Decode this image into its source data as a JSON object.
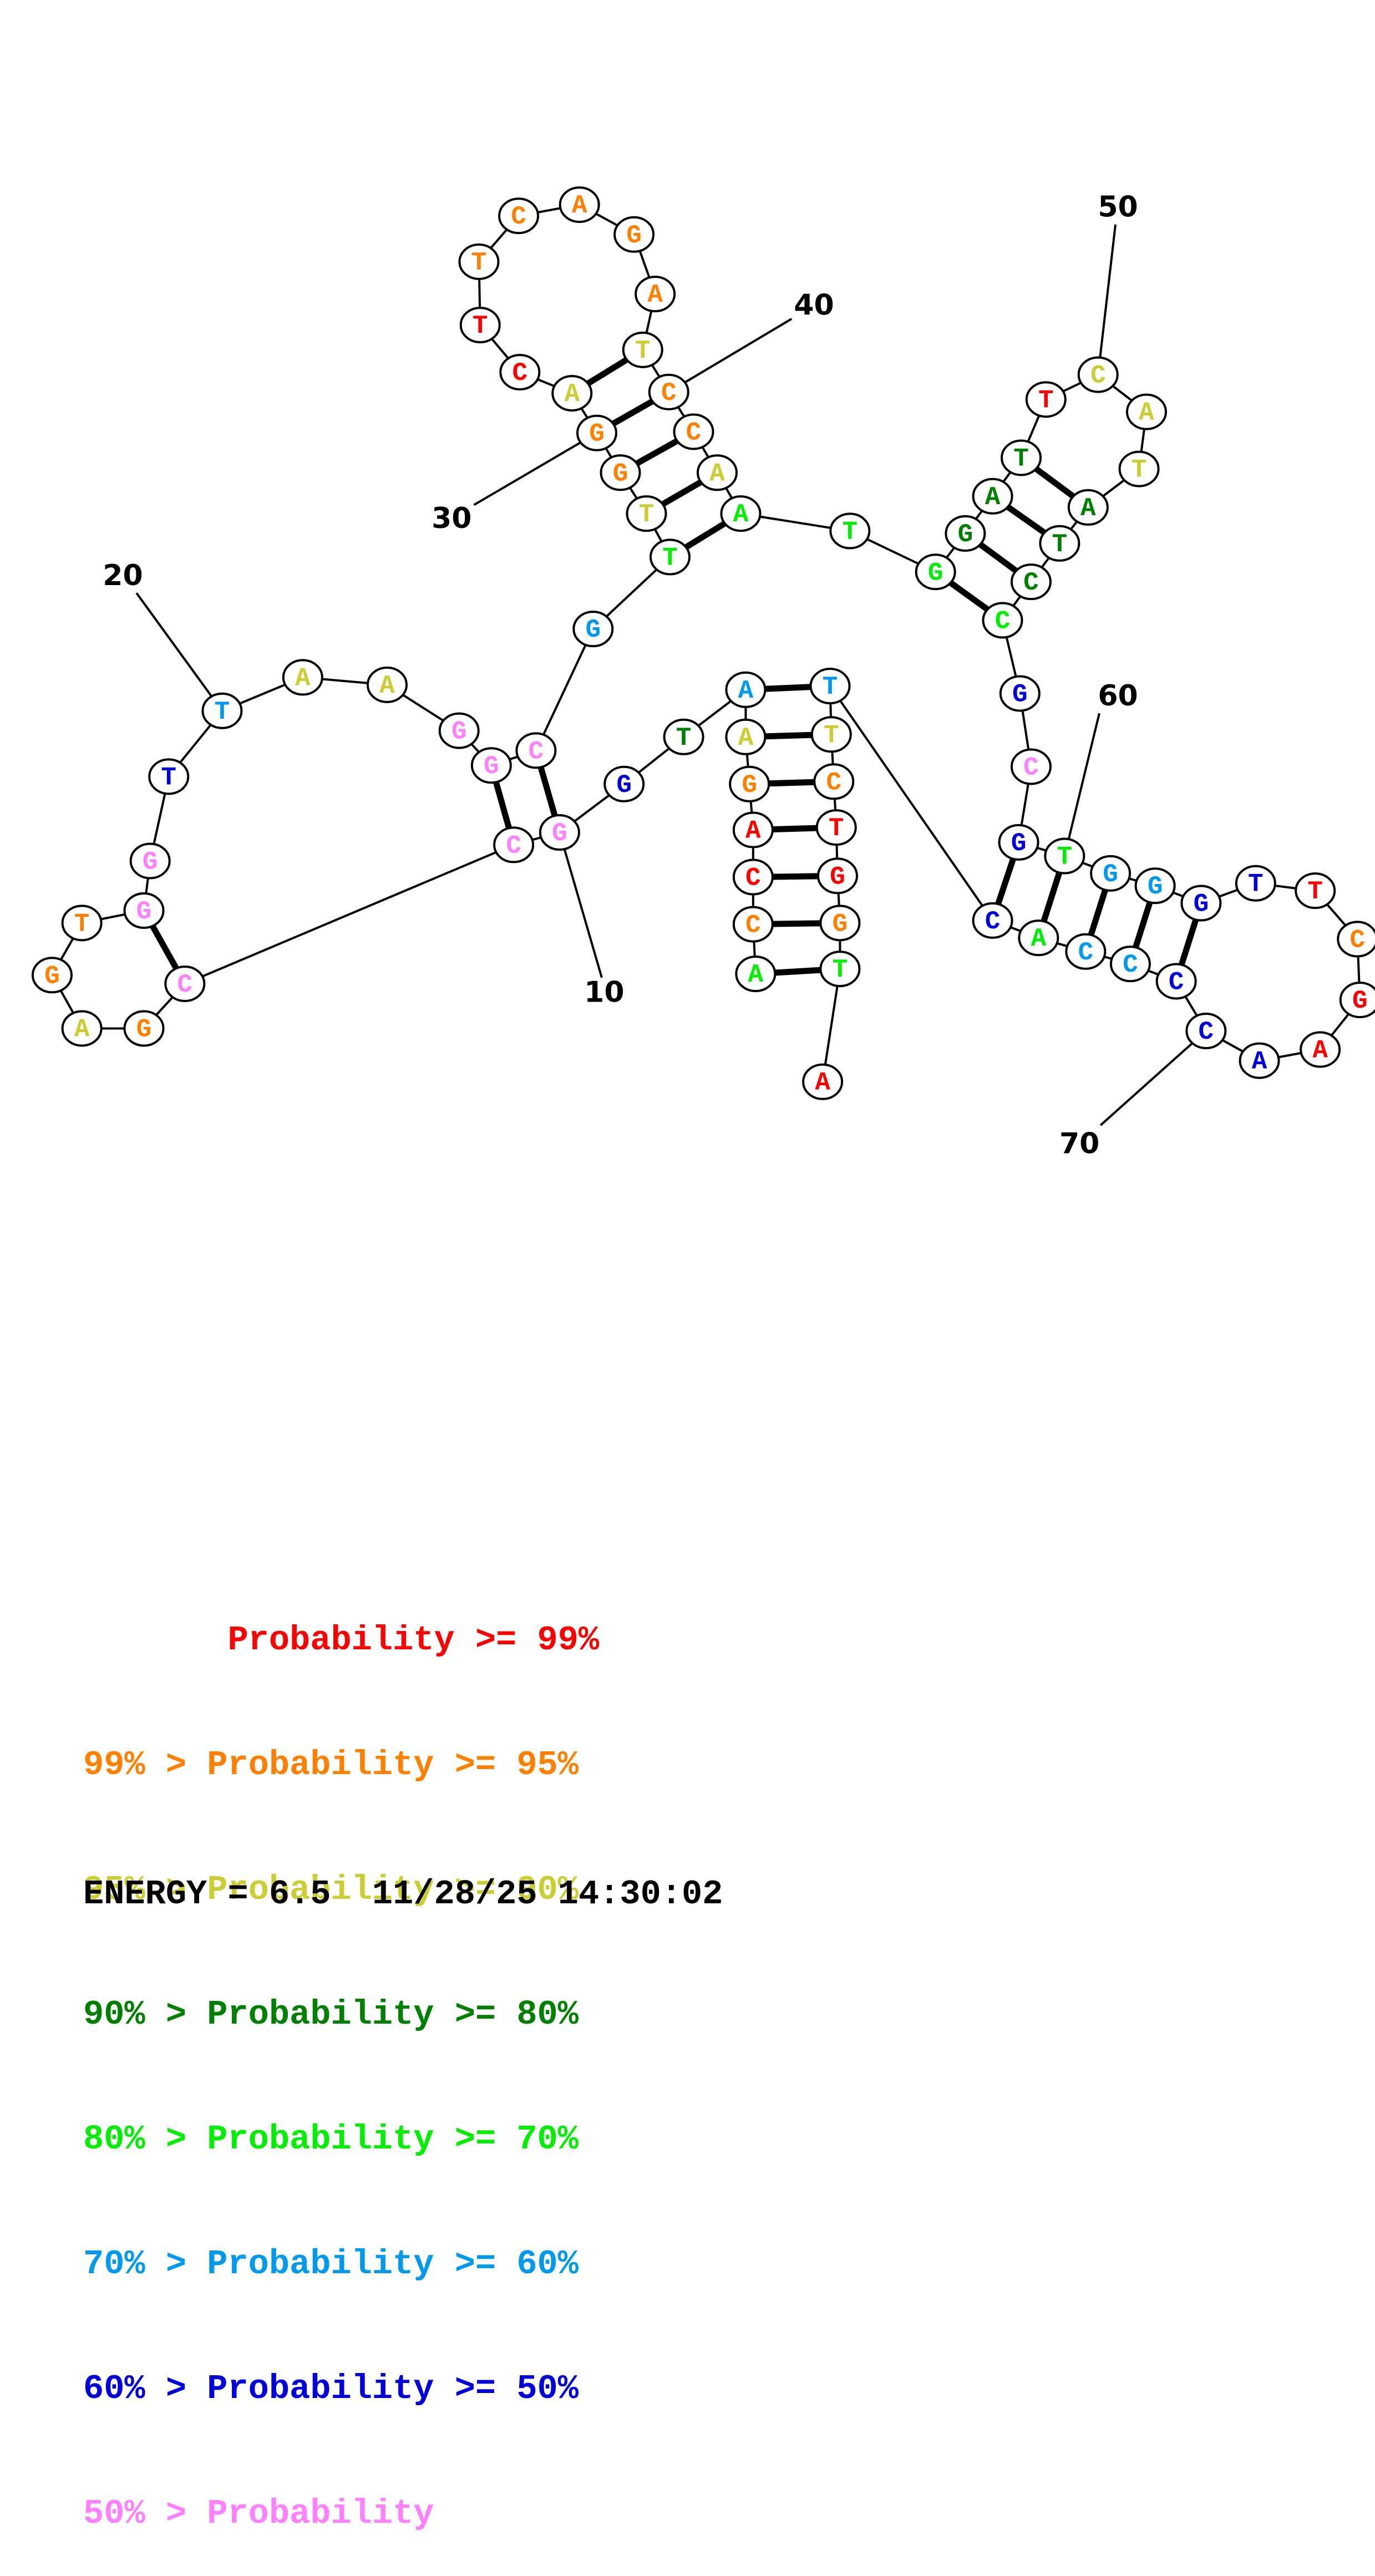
{
  "sequence": [
    {
      "i": 1,
      "b": "A",
      "c": "green"
    },
    {
      "i": 2,
      "b": "C",
      "c": "orange"
    },
    {
      "i": 3,
      "b": "C",
      "c": "red"
    },
    {
      "i": 4,
      "b": "A",
      "c": "red"
    },
    {
      "i": 5,
      "b": "G",
      "c": "orange"
    },
    {
      "i": 6,
      "b": "A",
      "c": "yellow"
    },
    {
      "i": 7,
      "b": "A",
      "c": "cyan"
    },
    {
      "i": 8,
      "b": "T",
      "c": "darkgreen"
    },
    {
      "i": 9,
      "b": "G",
      "c": "blue"
    },
    {
      "i": 10,
      "b": "G",
      "c": "pink"
    },
    {
      "i": 11,
      "b": "C",
      "c": "pink"
    },
    {
      "i": 12,
      "b": "C",
      "c": "pink"
    },
    {
      "i": 13,
      "b": "G",
      "c": "orange"
    },
    {
      "i": 14,
      "b": "A",
      "c": "yellow"
    },
    {
      "i": 15,
      "b": "G",
      "c": "orange"
    },
    {
      "i": 16,
      "b": "T",
      "c": "orange"
    },
    {
      "i": 17,
      "b": "G",
      "c": "pink"
    },
    {
      "i": 18,
      "b": "G",
      "c": "pink"
    },
    {
      "i": 19,
      "b": "T",
      "c": "blue"
    },
    {
      "i": 20,
      "b": "T",
      "c": "cyan"
    },
    {
      "i": 21,
      "b": "A",
      "c": "yellow"
    },
    {
      "i": 22,
      "b": "A",
      "c": "yellow"
    },
    {
      "i": 23,
      "b": "G",
      "c": "pink"
    },
    {
      "i": 24,
      "b": "G",
      "c": "pink"
    },
    {
      "i": 25,
      "b": "C",
      "c": "pink"
    },
    {
      "i": 26,
      "b": "G",
      "c": "cyan"
    },
    {
      "i": 27,
      "b": "T",
      "c": "green"
    },
    {
      "i": 28,
      "b": "T",
      "c": "yellow"
    },
    {
      "i": 29,
      "b": "G",
      "c": "orange"
    },
    {
      "i": 30,
      "b": "G",
      "c": "orange"
    },
    {
      "i": 31,
      "b": "A",
      "c": "yellow"
    },
    {
      "i": 32,
      "b": "C",
      "c": "red"
    },
    {
      "i": 33,
      "b": "T",
      "c": "red"
    },
    {
      "i": 34,
      "b": "T",
      "c": "orange"
    },
    {
      "i": 35,
      "b": "C",
      "c": "orange"
    },
    {
      "i": 36,
      "b": "A",
      "c": "orange"
    },
    {
      "i": 37,
      "b": "G",
      "c": "orange"
    },
    {
      "i": 38,
      "b": "A",
      "c": "orange"
    },
    {
      "i": 39,
      "b": "T",
      "c": "yellow"
    },
    {
      "i": 40,
      "b": "C",
      "c": "orange"
    },
    {
      "i": 41,
      "b": "C",
      "c": "orange"
    },
    {
      "i": 42,
      "b": "A",
      "c": "yellow"
    },
    {
      "i": 43,
      "b": "A",
      "c": "green"
    },
    {
      "i": 44,
      "b": "T",
      "c": "green"
    },
    {
      "i": 45,
      "b": "G",
      "c": "green"
    },
    {
      "i": 46,
      "b": "G",
      "c": "darkgreen"
    },
    {
      "i": 47,
      "b": "A",
      "c": "darkgreen"
    },
    {
      "i": 48,
      "b": "T",
      "c": "darkgreen"
    },
    {
      "i": 49,
      "b": "T",
      "c": "red"
    },
    {
      "i": 50,
      "b": "C",
      "c": "yellow"
    },
    {
      "i": 51,
      "b": "A",
      "c": "yellow"
    },
    {
      "i": 52,
      "b": "T",
      "c": "yellow"
    },
    {
      "i": 53,
      "b": "A",
      "c": "darkgreen"
    },
    {
      "i": 54,
      "b": "T",
      "c": "darkgreen"
    },
    {
      "i": 55,
      "b": "C",
      "c": "darkgreen"
    },
    {
      "i": 56,
      "b": "C",
      "c": "green"
    },
    {
      "i": 57,
      "b": "G",
      "c": "blue"
    },
    {
      "i": 58,
      "b": "C",
      "c": "pink"
    },
    {
      "i": 59,
      "b": "G",
      "c": "blue"
    },
    {
      "i": 60,
      "b": "T",
      "c": "green"
    },
    {
      "i": 61,
      "b": "G",
      "c": "cyan"
    },
    {
      "i": 62,
      "b": "G",
      "c": "cyan"
    },
    {
      "i": 63,
      "b": "G",
      "c": "blue"
    },
    {
      "i": 64,
      "b": "T",
      "c": "blue"
    },
    {
      "i": 65,
      "b": "T",
      "c": "red"
    },
    {
      "i": 66,
      "b": "C",
      "c": "orange"
    },
    {
      "i": 67,
      "b": "G",
      "c": "red"
    },
    {
      "i": 68,
      "b": "A",
      "c": "red"
    },
    {
      "i": 69,
      "b": "A",
      "c": "blue"
    },
    {
      "i": 70,
      "b": "C",
      "c": "blue"
    },
    {
      "i": 71,
      "b": "C",
      "c": "blue"
    },
    {
      "i": 72,
      "b": "C",
      "c": "cyan"
    },
    {
      "i": 73,
      "b": "C",
      "c": "cyan"
    },
    {
      "i": 74,
      "b": "A",
      "c": "green"
    },
    {
      "i": 75,
      "b": "C",
      "c": "blue"
    },
    {
      "i": 76,
      "b": "T",
      "c": "cyan"
    },
    {
      "i": 77,
      "b": "T",
      "c": "yellow"
    },
    {
      "i": 78,
      "b": "C",
      "c": "orange"
    },
    {
      "i": 79,
      "b": "T",
      "c": "red"
    },
    {
      "i": 80,
      "b": "G",
      "c": "red"
    },
    {
      "i": 81,
      "b": "G",
      "c": "orange"
    },
    {
      "i": 82,
      "b": "T",
      "c": "green"
    },
    {
      "i": 83,
      "b": "A",
      "c": "red"
    }
  ],
  "pairs": [
    [
      1,
      82
    ],
    [
      2,
      81
    ],
    [
      3,
      80
    ],
    [
      4,
      79
    ],
    [
      5,
      78
    ],
    [
      6,
      77
    ],
    [
      7,
      76
    ],
    [
      10,
      25
    ],
    [
      11,
      24
    ],
    [
      12,
      17
    ],
    [
      27,
      43
    ],
    [
      28,
      42
    ],
    [
      29,
      41
    ],
    [
      30,
      40
    ],
    [
      31,
      39
    ],
    [
      45,
      56
    ],
    [
      46,
      55
    ],
    [
      47,
      54
    ],
    [
      48,
      53
    ],
    [
      59,
      75
    ],
    [
      60,
      74
    ],
    [
      61,
      73
    ],
    [
      62,
      72
    ],
    [
      63,
      71
    ]
  ],
  "index_labels": [
    10,
    20,
    30,
    40,
    50,
    60,
    70
  ],
  "colors": {
    "red": "#ff0000",
    "orange": "#ff8000",
    "yellow": "#cccc33",
    "darkgreen": "#008000",
    "green": "#00ee00",
    "cyan": "#0099ee",
    "blue": "#0000dd",
    "pink": "#ff80ff"
  },
  "legend": [
    {
      "text": "       Probability >= 99%",
      "color": "red"
    },
    {
      "text": "99% > Probability >= 95%",
      "color": "orange"
    },
    {
      "text": "95% > Probability >= 90%",
      "color": "yellow"
    },
    {
      "text": "90% > Probability >= 80%",
      "color": "darkgreen"
    },
    {
      "text": "80% > Probability >= 70%",
      "color": "green"
    },
    {
      "text": "70% > Probability >= 60%",
      "color": "cyan"
    },
    {
      "text": "60% > Probability >= 50%",
      "color": "blue"
    },
    {
      "text": "50% > Probability",
      "color": "pink"
    }
  ],
  "footer": {
    "energy_text": "ENERGY = 6.5  11/28/25 14:30:02"
  }
}
